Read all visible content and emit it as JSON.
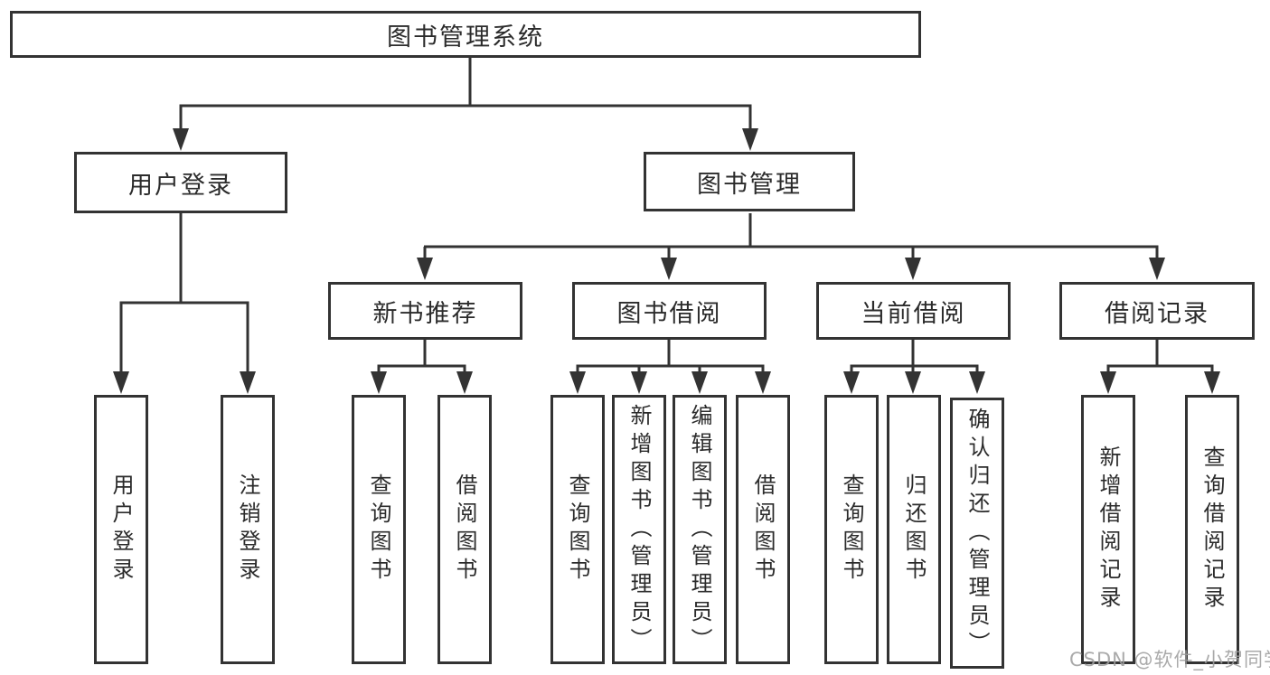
{
  "diagram": {
    "type": "tree",
    "orientation": "top-down"
  },
  "tree": {
    "root": {
      "label": "图书管理系统",
      "children": [
        {
          "label": "用户登录",
          "children": [
            {
              "label": "用户登录"
            },
            {
              "label": "注销登录"
            }
          ]
        },
        {
          "label": "图书管理",
          "children": [
            {
              "label": "新书推荐",
              "children": [
                {
                  "label": "查询图书"
                },
                {
                  "label": "借阅图书"
                }
              ]
            },
            {
              "label": "图书借阅",
              "children": [
                {
                  "label": "查询图书"
                },
                {
                  "label": "新增图书（管理员）"
                },
                {
                  "label": "编辑图书（管理员）"
                },
                {
                  "label": "借阅图书"
                }
              ]
            },
            {
              "label": "当前借阅",
              "children": [
                {
                  "label": "查询图书"
                },
                {
                  "label": "归还图书"
                },
                {
                  "label": "确认归还（管理员）"
                }
              ]
            },
            {
              "label": "借阅记录",
              "children": [
                {
                  "label": "新增借阅记录"
                },
                {
                  "label": "查询借阅记录"
                }
              ]
            }
          ]
        }
      ]
    }
  },
  "watermark": {
    "text": "CSDN @软件_小贺同学"
  },
  "colors": {
    "line": "#333333",
    "box_border": "#333333",
    "box_fill": "#ffffff",
    "text": "#2b2b2b",
    "watermark": "#9e9e9e",
    "background": "#ffffff"
  }
}
